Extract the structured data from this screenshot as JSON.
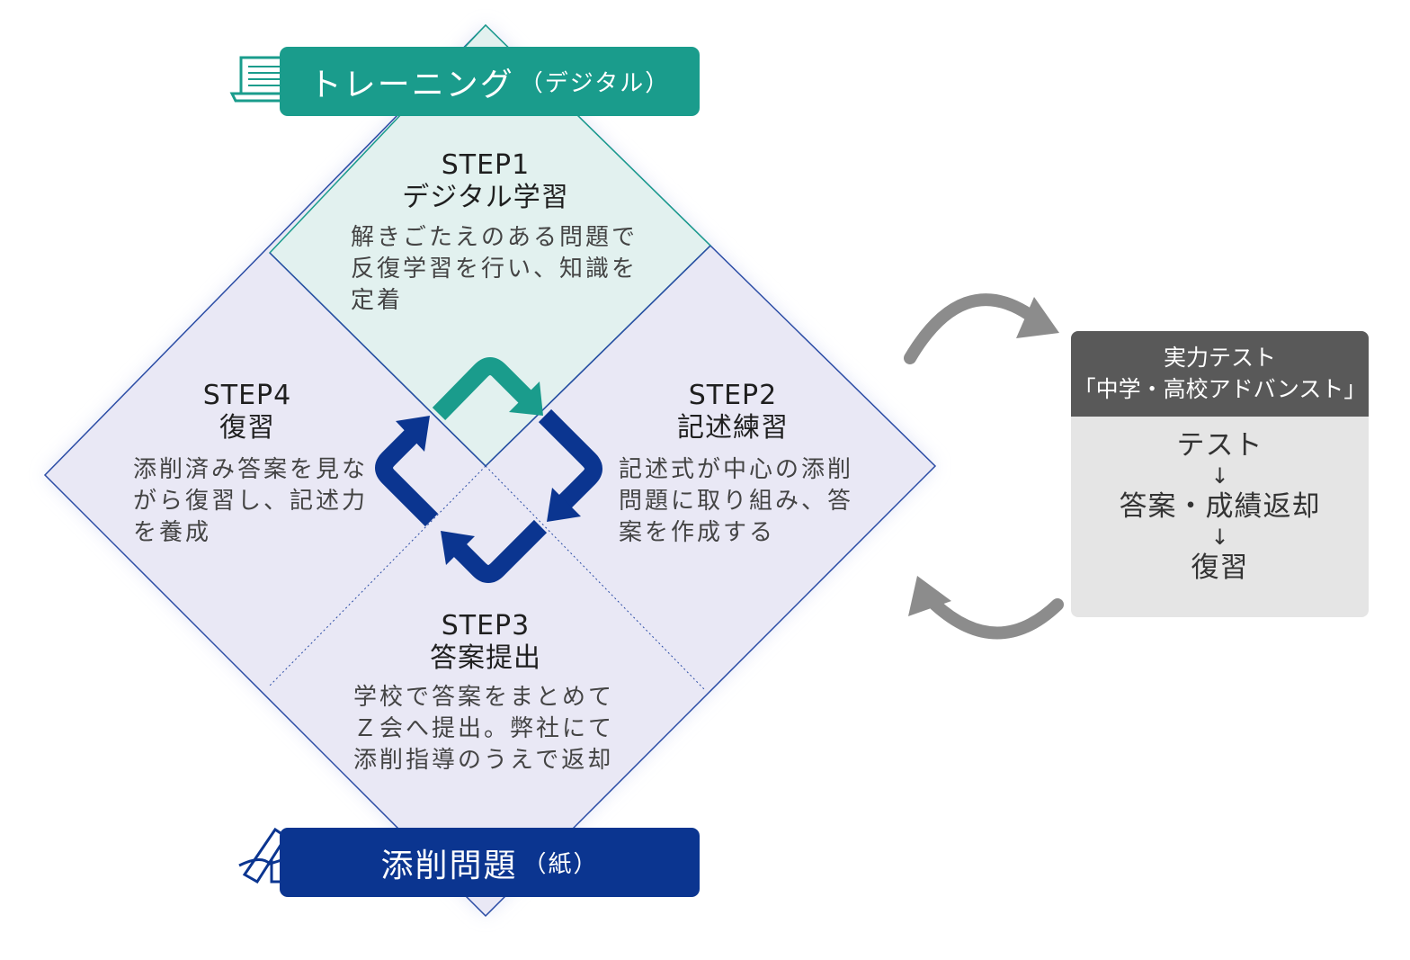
{
  "colors": {
    "teal": "#1a9c8c",
    "navy": "#0b3590",
    "step1_fill": "#e2f1ef",
    "quad_fill": "#e9e8f5",
    "test_head": "#595959",
    "test_body": "#e5e5e5",
    "cycle_arrow": "#8c8c8c"
  },
  "banners": {
    "digital": {
      "main": "トレーニング",
      "sub": "（デジタル）",
      "icon": "laptop-icon"
    },
    "paper": {
      "main": "添削問題",
      "sub": "（紙）",
      "icon": "pen-paper-icon"
    }
  },
  "steps": [
    {
      "id": "step1",
      "title": "STEP1",
      "name": "デジタル学習",
      "body": "解きごたえのある問題で\n反復学習を行い、知識を\n定着"
    },
    {
      "id": "step2",
      "title": "STEP2",
      "name": "記述練習",
      "body": "記述式が中心の添削\n問題に取り組み、答\n案を作成する"
    },
    {
      "id": "step3",
      "title": "STEP3",
      "name": "答案提出",
      "body": "学校で答案をまとめて\nＺ会へ提出。弊社にて\n添削指導のうえで返却"
    },
    {
      "id": "step4",
      "title": "STEP4",
      "name": "復習",
      "body": "添削済み答案を見な\nがら復習し、記述力\nを養成"
    }
  ],
  "test": {
    "title_line1": "実力テスト",
    "title_line2": "「中学・高校アドバンスト」",
    "flow": [
      "テスト",
      "答案・成績返却",
      "復習"
    ],
    "arrow_glyph": "↓"
  }
}
